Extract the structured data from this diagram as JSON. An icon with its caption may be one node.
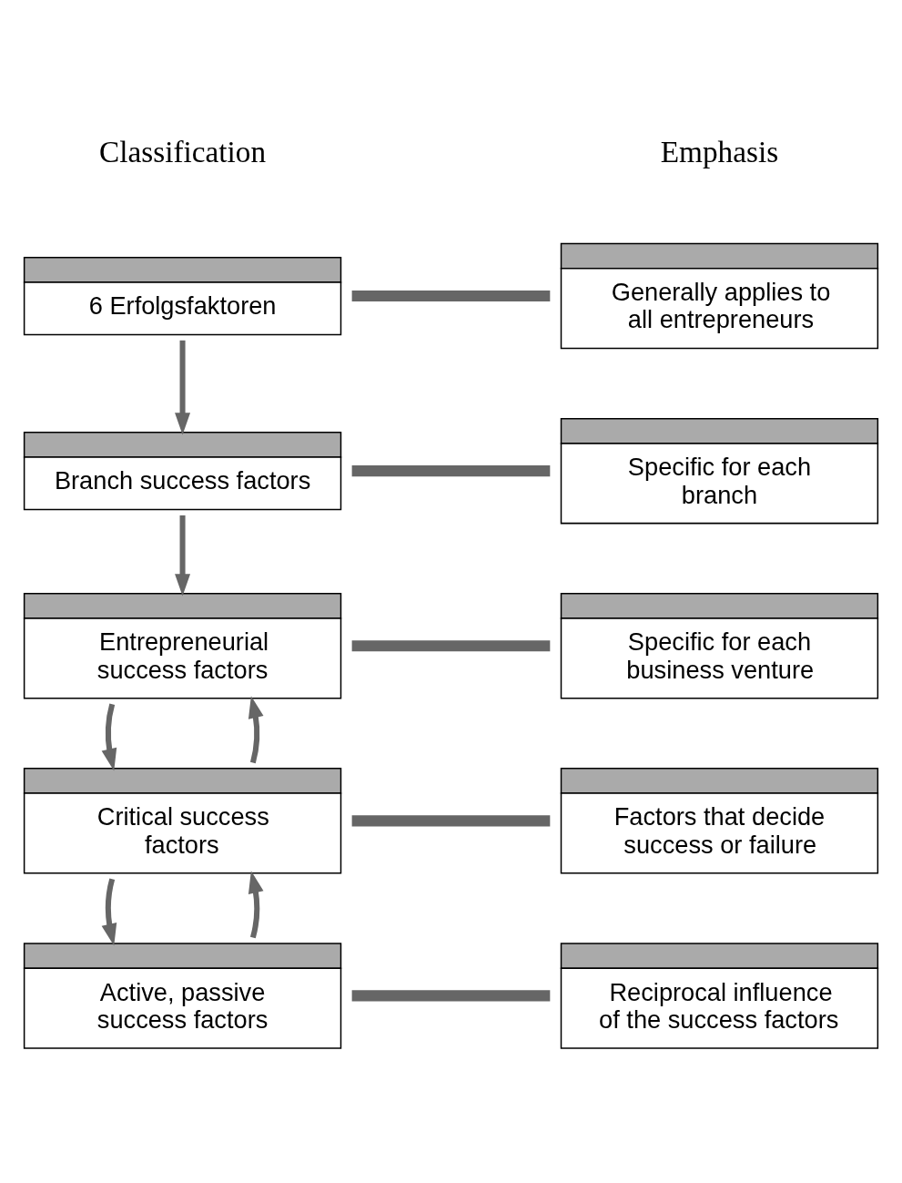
{
  "diagram": {
    "nodes": [
      {
        "text": [
          "6 Erfolgsfaktoren"
        ]
      },
      {
        "text": [
          "Branch success factors"
        ]
      },
      {
        "text": [
          "Entrepreneurial success factors"
        ]
      },
      {
        "text": [
          "Critical success factors"
        ]
      },
      {
        "text": [
          "Active, passive success factors"
        ]
      },
      {
        "text": [
          "Generally applies to all entrepreneurs"
        ]
      },
      {
        "text": [
          "Specific for each branch"
        ]
      },
      {
        "text": [
          "Specific for each business venture"
        ]
      },
      {
        "text": [
          "Factors that decide success or failure"
        ]
      },
      {
        "text": [
          "Reciprocal influence of the success factors"
        ]
      }
    ],
    "edges": [
      {
        "from": 0,
        "to": 1,
        "arrow": "to"
      },
      {
        "from": 1,
        "to": 2,
        "arrow": "to"
      },
      {
        "from": 2,
        "to": 3,
        "arrow": "to"
      },
      {
        "from": 3,
        "to": 2,
        "arrow": "to"
      },
      {
        "from": 3,
        "to": 4,
        "arrow": "to"
      },
      {
        "from": 4,
        "to": 3,
        "arrow": "to"
      },
      {
        "from": 0,
        "to": 5,
        "arrow": "none",
        "style": "thick"
      },
      {
        "from": 1,
        "to": 6,
        "arrow": "none",
        "style": "thick"
      },
      {
        "from": 2,
        "to": 7,
        "arrow": "none",
        "style": "thick"
      },
      {
        "from": 3,
        "to": 8,
        "arrow": "none",
        "style": "thick"
      },
      {
        "from": 4,
        "to": 9,
        "arrow": "none",
        "style": "thick"
      }
    ],
    "labels": [
      "Classification",
      "Emphasis"
    ]
  }
}
